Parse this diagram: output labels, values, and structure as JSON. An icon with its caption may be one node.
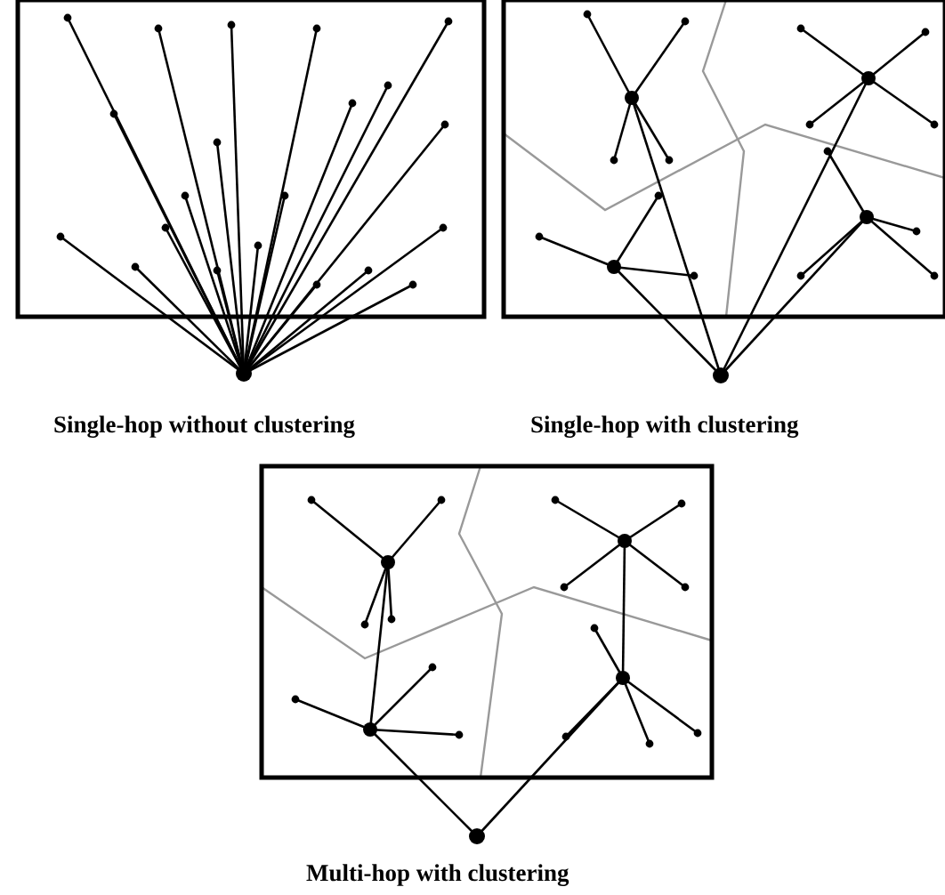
{
  "diagram": {
    "labels": [
      "Single-hop without clustering",
      "Single-hop with clustering",
      "Multi-hop with clustering"
    ]
  }
}
